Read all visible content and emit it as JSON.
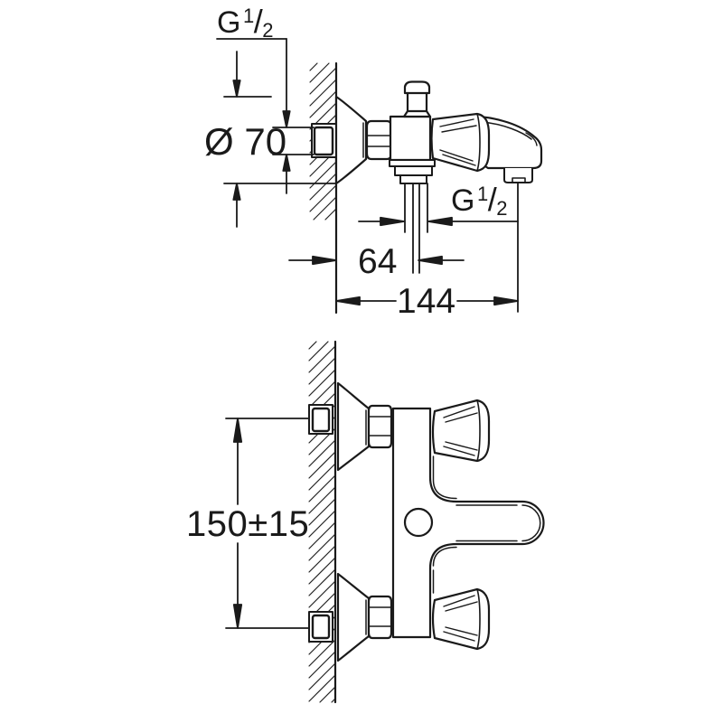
{
  "drawing": {
    "kind": "bath-shower-mixer installation dimension drawing",
    "views": [
      "side-view-top",
      "front-view-bottom"
    ]
  },
  "labels": {
    "top_view": {
      "wall_thread": {
        "g": "G",
        "num": "1",
        "slash": "/",
        "den": "2"
      },
      "escutcheon_diameter": "Ø 70",
      "outlet_thread": {
        "g": "G",
        "num": "1",
        "slash": "/",
        "den": "2"
      },
      "wall_to_outlet": "64",
      "wall_to_spout_end": "144"
    },
    "front_view": {
      "connection_distance": "150±15"
    }
  },
  "colors": {
    "line": "#1a1a1a",
    "background": "#ffffff"
  }
}
